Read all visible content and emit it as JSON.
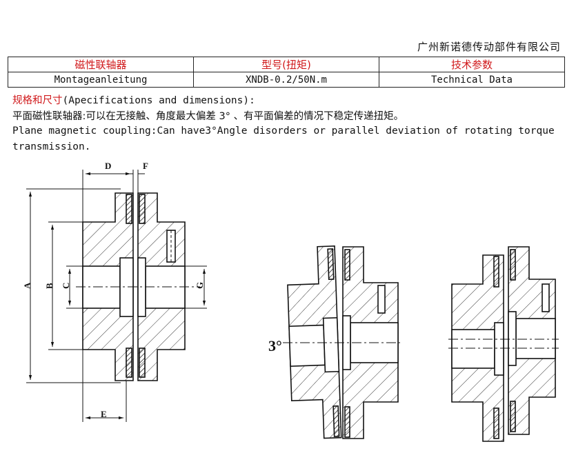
{
  "header": {
    "company": "广州新诺德传动部件有限公司"
  },
  "table": {
    "headers": [
      "磁性联轴器",
      "型号(扭矩)",
      "技术参数"
    ],
    "values": [
      "Montageanleitung",
      "XNDB-0.2/50N.m",
      "Technical Data"
    ]
  },
  "text": {
    "spec_title_cn": "规格和尺寸",
    "spec_title_en": "(Apecifications and dimensions):",
    "desc_cn": "平面磁性联轴器:可以在无接触、角度最大偏差 3° 、有平面偏差的情况下稳定传递扭矩。",
    "desc_en_1": "Plane magnetic coupling:Can have3°Angle disorders or parallel deviation of rotating torque",
    "desc_en_2": "transmission."
  },
  "drawing": {
    "dims": {
      "D": "D",
      "F": "F",
      "A": "A",
      "B": "B",
      "C": "C",
      "G": "G",
      "E": "E"
    },
    "angle_label": "3°"
  },
  "colors": {
    "accent_red": "#d0191b"
  }
}
